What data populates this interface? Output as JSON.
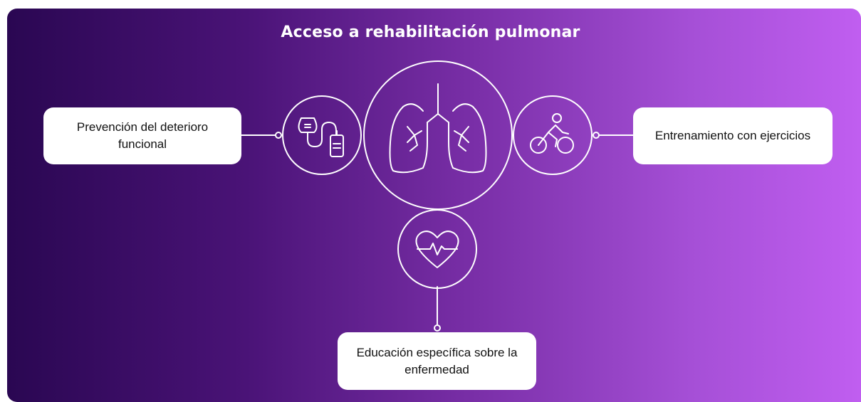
{
  "title": "Acceso a rehabilitación pulmonar",
  "nodes": {
    "left": {
      "label": "Prevención del deterioro funcional",
      "icon": "nebulizer-icon"
    },
    "right": {
      "label": "Entrenamiento con ejercicios",
      "icon": "cyclist-icon"
    },
    "bottom": {
      "label": "Educación específica sobre la enfermedad",
      "icon": "heart-heartbeat-icon"
    },
    "center": {
      "icon": "lungs-icon"
    }
  },
  "colors": {
    "gradient_start": "#2a0752",
    "gradient_end": "#c05ef0",
    "line": "#ffffff",
    "box": "#ffffff"
  }
}
